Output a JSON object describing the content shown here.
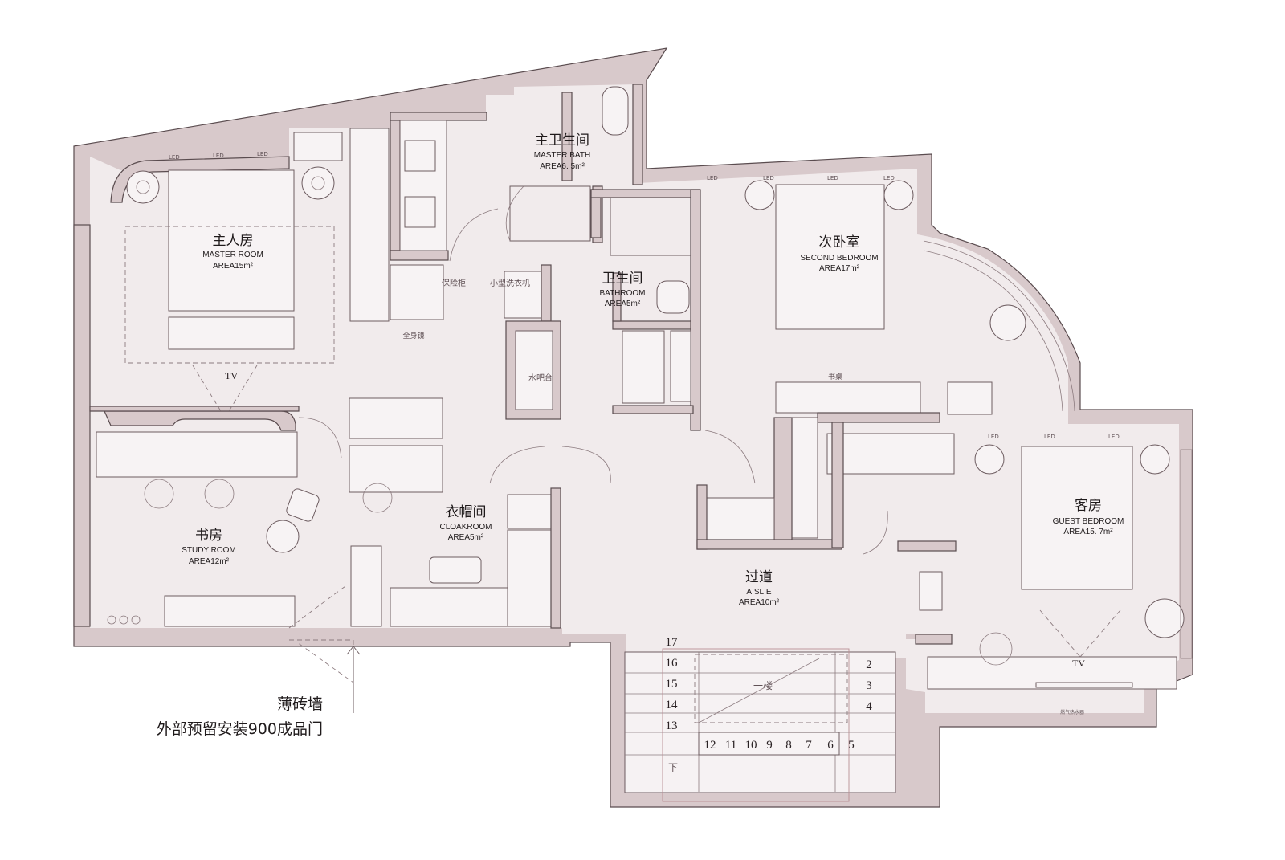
{
  "rooms": {
    "master_bath": {
      "cn": "主卫生间",
      "en": "MASTER BATH",
      "area": "AREA6. 5m²"
    },
    "master_room": {
      "cn": "主人房",
      "en": "MASTER ROOM",
      "area": "AREA15m²"
    },
    "bathroom": {
      "cn": "卫生间",
      "en": "BATHROOM",
      "area": "AREA5m²"
    },
    "second_bedroom": {
      "cn": "次卧室",
      "en": "SECOND BEDROOM",
      "area": "AREA17m²"
    },
    "study": {
      "cn": "书房",
      "en": "STUDY ROOM",
      "area": "AREA12m²"
    },
    "cloakroom": {
      "cn": "衣帽间",
      "en": "CLOAKROOM",
      "area": "AREA5m²"
    },
    "guest_bedroom": {
      "cn": "客房",
      "en": "GUEST BEDROOM",
      "area": "AREA15. 7m²"
    },
    "aisle": {
      "cn": "过道",
      "en": "AISLIE",
      "area": "AREA10m²"
    }
  },
  "labels": {
    "safe": "保险柜",
    "washer": "小型洗衣机",
    "mirror": "全身镜",
    "bar": "水吧台",
    "desk": "书桌",
    "tv_left": "TV",
    "tv_right": "TV",
    "first_floor": "一楼",
    "down": "下",
    "heater": "燃气热水器",
    "led": "LED"
  },
  "stairs": {
    "left_column": [
      "17",
      "16",
      "15",
      "14",
      "13"
    ],
    "right_column": [
      "2",
      "3",
      "4"
    ],
    "bottom_row": [
      "12",
      "11",
      "10",
      "9",
      "8",
      "7",
      "6",
      "5"
    ]
  },
  "note": {
    "line1": "薄砖墙",
    "line2": "外部预留安装900成品门"
  },
  "colors": {
    "wall_fill": "#d8c9cb",
    "floor_fill": "#f1ebec",
    "line": "#6d5c60"
  }
}
